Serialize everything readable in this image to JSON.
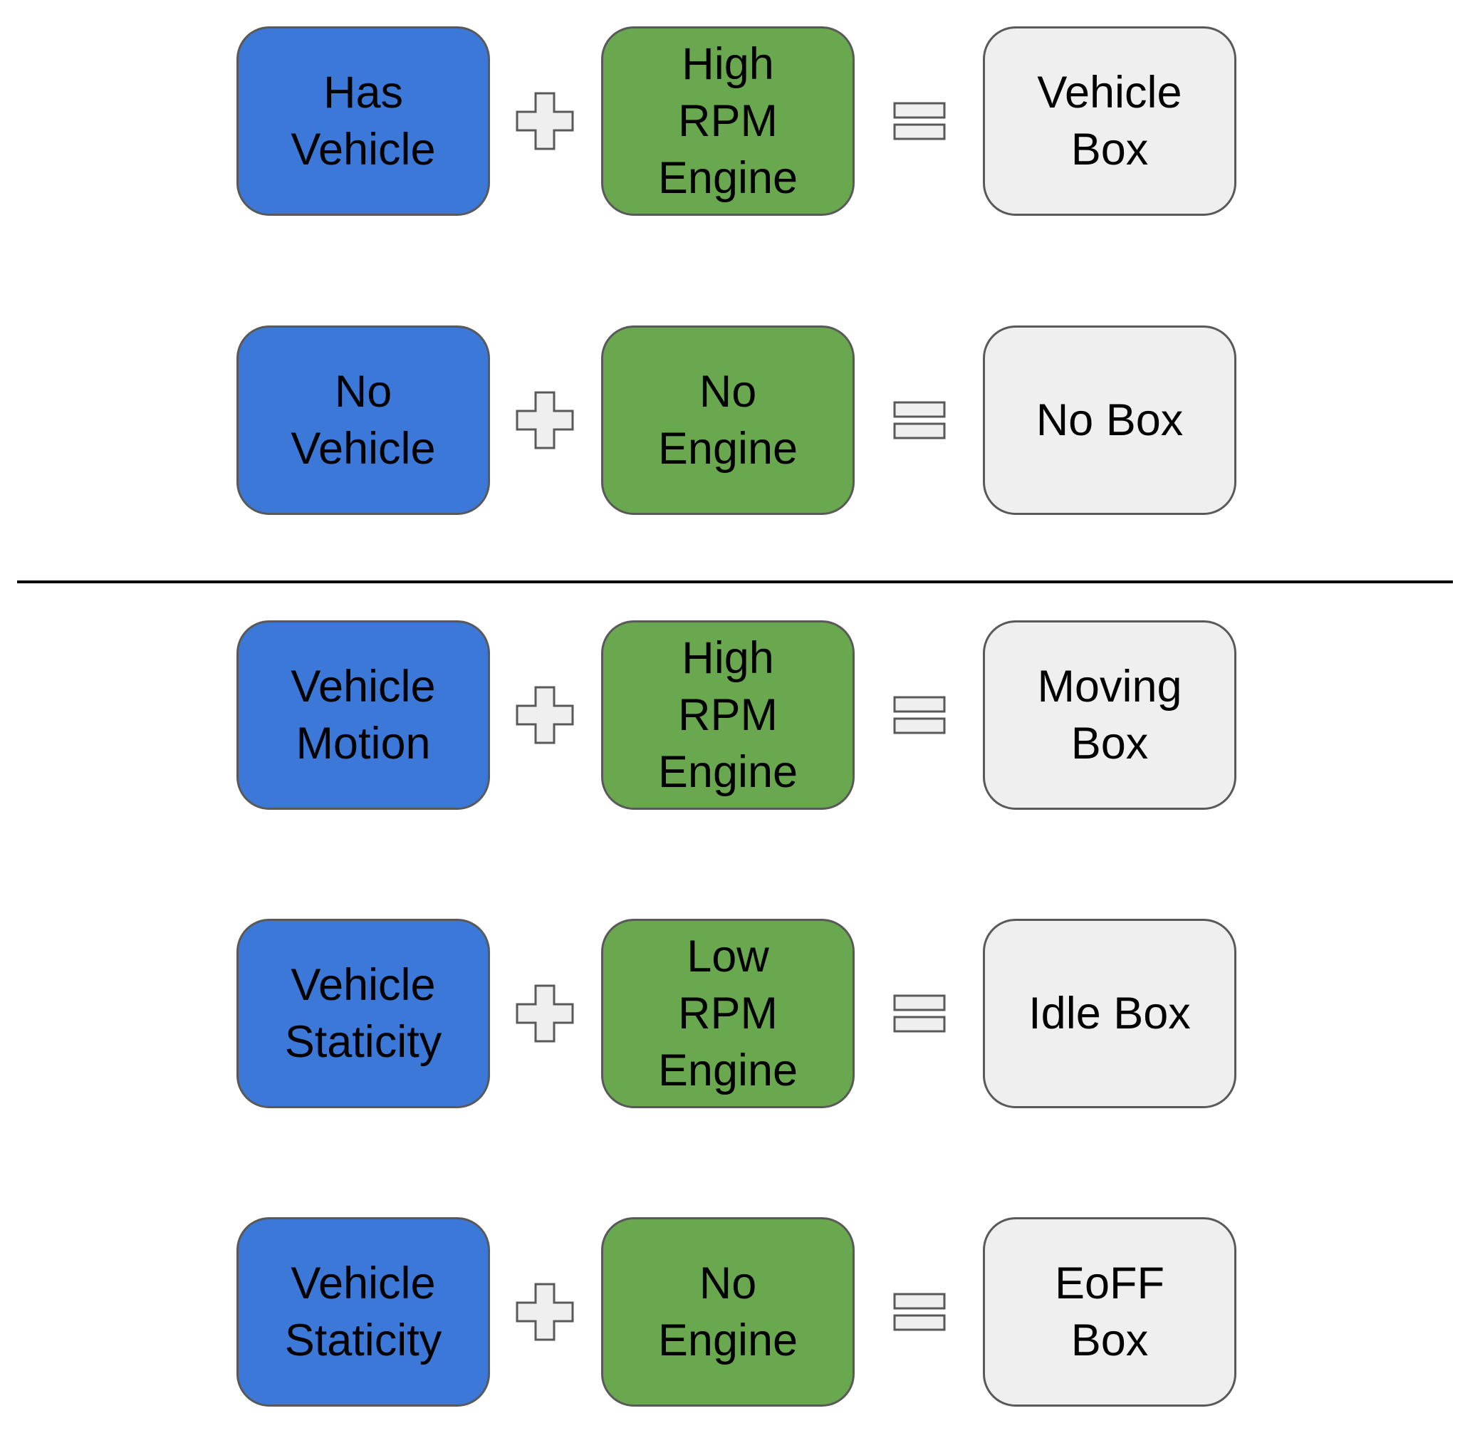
{
  "colors": {
    "input_a_fill": "#3c78d8",
    "input_b_fill": "#6aa84f",
    "result_fill": "#efefef",
    "stroke": "#595959",
    "operator_fill": "#efefef"
  },
  "operators": {
    "plus_icon": "plus-icon",
    "equals_icon": "equals-icon"
  },
  "rows": [
    {
      "a": "Has\nVehicle",
      "b": "High\nRPM\nEngine",
      "result": "Vehicle\nBox"
    },
    {
      "a": "No\nVehicle",
      "b": "No\nEngine",
      "result": "No Box"
    },
    {
      "a": "Vehicle\nMotion",
      "b": "High\nRPM\nEngine",
      "result": "Moving\nBox"
    },
    {
      "a": "Vehicle\nStaticity",
      "b": "Low\nRPM\nEngine",
      "result": "Idle Box"
    },
    {
      "a": "Vehicle\nStaticity",
      "b": "No\nEngine",
      "result": "EoFF\nBox"
    }
  ]
}
